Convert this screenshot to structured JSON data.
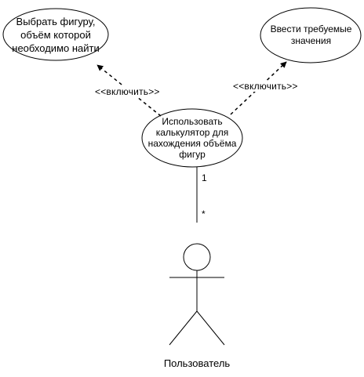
{
  "use_cases": {
    "main": [
      "Использовать",
      "калькулятор для",
      "нахождения объёма",
      "фигур"
    ],
    "select_shape": [
      "Выбрать фигуру,",
      "объём которой",
      "необходимо найти"
    ],
    "enter_values": [
      "Ввести требуемые",
      "значения"
    ]
  },
  "relations": {
    "include_left": "<<включить>>",
    "include_right": "<<включить>>"
  },
  "association": {
    "multiplicity_use_case": "1",
    "multiplicity_actor": "*"
  },
  "actor": {
    "name": "Пользователь",
    "icon": "stick-figure-icon"
  },
  "colors": {
    "stroke": "#000000",
    "fill": "#ffffff"
  }
}
